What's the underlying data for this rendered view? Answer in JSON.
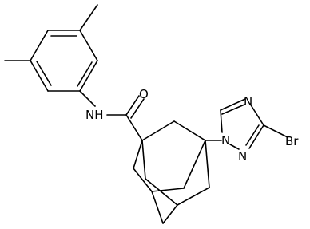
{
  "molecule": {
    "atoms": {
      "carbonyl_oxygen": "O",
      "amide_nh": "NH",
      "triazole_n1": "N",
      "triazole_n2": "N",
      "triazole_n4": "N",
      "bromine": "Br"
    }
  }
}
